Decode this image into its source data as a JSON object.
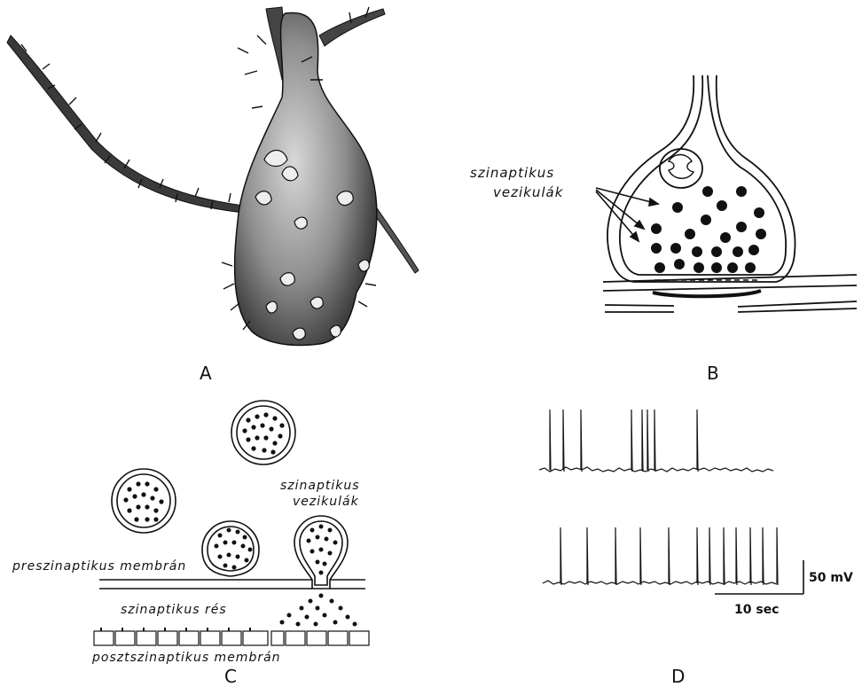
{
  "panels": {
    "a": {
      "label": "A"
    },
    "b": {
      "label": "B",
      "annotation_line1": "szinaptikus",
      "annotation_line2": "vezikulák"
    },
    "c": {
      "label": "C",
      "vesicle_label_line1": "szinaptikus",
      "vesicle_label_line2": "vezikulák",
      "presynaptic_label": "preszinaptikus membrán",
      "cleft_label": "szinaptikus rés",
      "postsynaptic_label": "posztszinaptikus membrán"
    },
    "d": {
      "label": "D",
      "voltage_scale": "50 mV",
      "time_scale": "10 sec"
    }
  },
  "colors": {
    "ink": "#111111",
    "soma_fill": "#9a9a9a",
    "background": "#ffffff"
  }
}
